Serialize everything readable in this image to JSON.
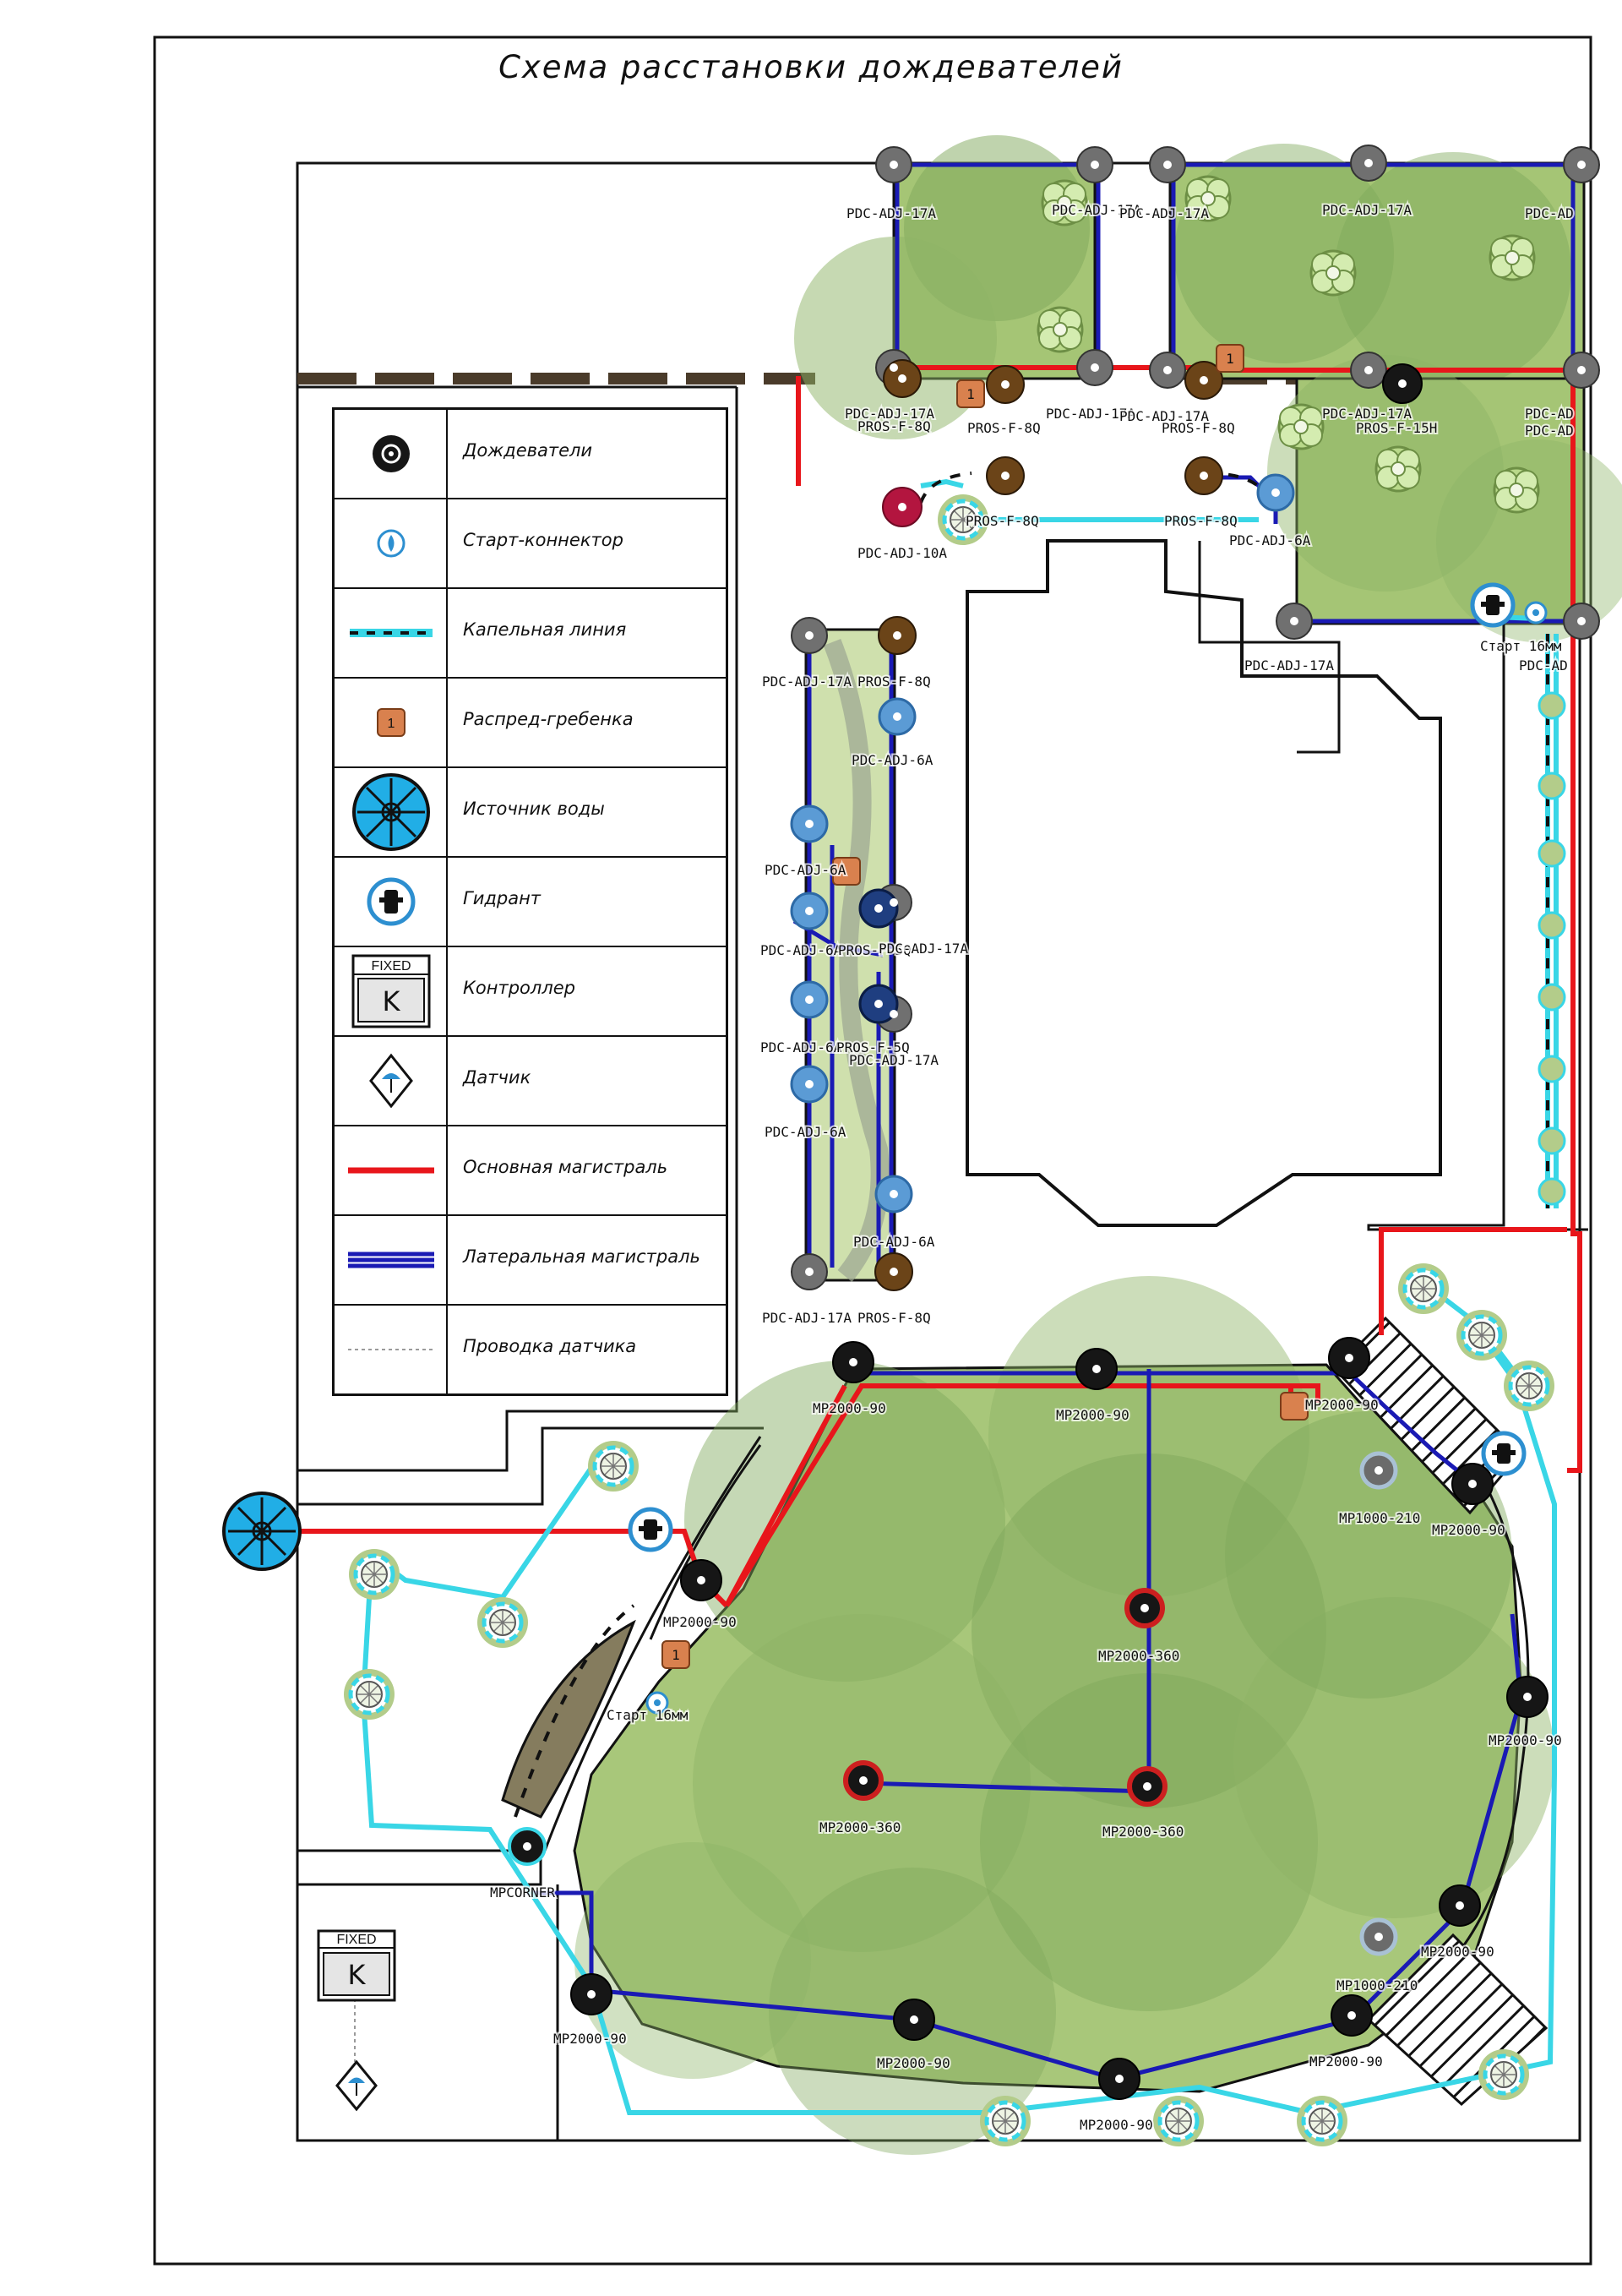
{
  "title": "Схема расстановки дождевателей",
  "legend": [
    {
      "icon": "sprinkler-icon",
      "label": "Дождеватели"
    },
    {
      "icon": "start-connector-icon",
      "label": "Старт-коннектор"
    },
    {
      "icon": "drip-line-icon",
      "label": "Капельная линия"
    },
    {
      "icon": "manifold-icon",
      "label": "Распред-гребенка",
      "symbol_text": "1"
    },
    {
      "icon": "water-source-icon",
      "label": "Источник воды"
    },
    {
      "icon": "hydrant-icon",
      "label": "Гидрант"
    },
    {
      "icon": "controller-icon",
      "label": "Контроллер",
      "symbol_text": "FIXED",
      "symbol_text_2": "K"
    },
    {
      "icon": "sensor-icon",
      "label": "Датчик"
    },
    {
      "icon": "main-line-icon",
      "label": "Основная магистраль"
    },
    {
      "icon": "lateral-line-icon",
      "label": "Латеральная магистраль"
    },
    {
      "icon": "sensor-wire-icon",
      "label": "Проводка датчика"
    }
  ],
  "controller": {
    "fixed": "FIXED",
    "k": "K"
  },
  "manifold_number": "1",
  "labels": {
    "pdc17": "PDC-ADJ-17A",
    "pdc6": "PDC-ADJ-6A",
    "pdc10": "PDC-ADJ-10A",
    "pros8": "PROS-F-8Q",
    "pros5": "PROS-F-5Q",
    "pros15": "PROS-F-15H",
    "mp90": "MP2000-90",
    "mp360": "MP2000-360",
    "mp210": "MP1000-210",
    "mpcorner": "MPCORNER",
    "start16": "Старт 16мм",
    "partial_pdc": "PDC-AD"
  },
  "colors": {
    "main_line": "#e8161b",
    "lateral_line": "#1a1ab4",
    "drip_line": "#39d6e6",
    "lawn": "#9ec46a",
    "lawn_dark": "#7ea85a",
    "sprinkler_black": "#161616",
    "sprinkler_grey": "#707070",
    "sprinkler_brown": "#6b4418",
    "sprinkler_blue": "#5b9bd5",
    "sprinkler_red": "#cc1f1f",
    "manifold": "#d9814e",
    "water_source": "#21aee6"
  }
}
